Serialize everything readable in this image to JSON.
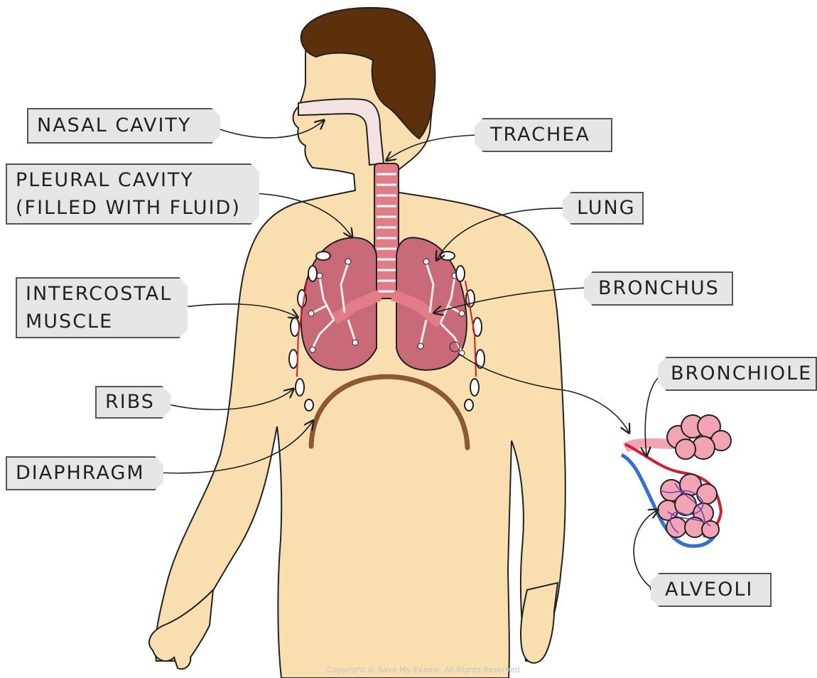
{
  "labels": {
    "nasal_cavity": [
      "NASAL CAVITY"
    ],
    "pleural_cavity": [
      "PLEURAL CAVITY",
      "(FILLED WITH FLUID)"
    ],
    "intercostal_muscle": [
      "INTERCOSTAL",
      "MUSCLE"
    ],
    "ribs": [
      "RIBS"
    ],
    "diaphragm": [
      "DIAPHRAGM"
    ],
    "trachea": [
      "TRACHEA"
    ],
    "lung": [
      "LUNG"
    ],
    "bronchus": [
      "BRONCHUS"
    ],
    "bronchiole": [
      "BRONCHIOLE"
    ],
    "alveoli": [
      "ALVEOLI"
    ]
  },
  "copyright": "Copyright © Save My Exams. All Rights Reserved",
  "colors": {
    "skin": "#f9deb0",
    "outline": "#222222",
    "hair": "#5c300a",
    "lung": "#c96a78",
    "trachea": "#e27d88",
    "diaphragm": "#8c5a32",
    "alveoli": "#f3a4b4",
    "vein": "#2f6fd6",
    "artery": "#d61c2c",
    "tag_fill": "#e6e6e6"
  }
}
